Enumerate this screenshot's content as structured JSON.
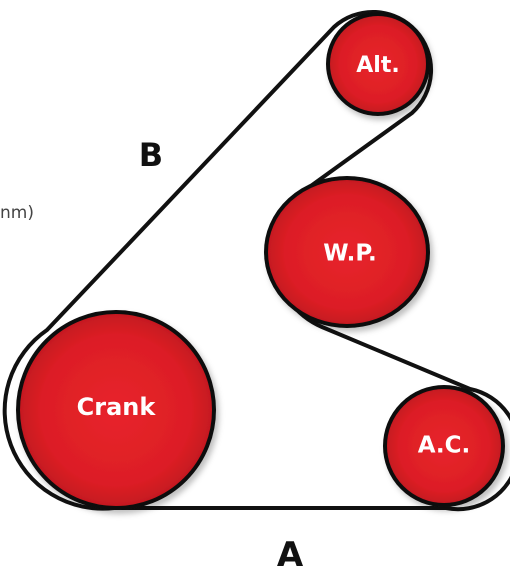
{
  "colors": {
    "pulley_fill": "#e01e26",
    "pulley_outline": "#111111",
    "belt": "#111111",
    "label_text": "#ffffff"
  },
  "pulleys": {
    "alt": {
      "label": "Alt."
    },
    "wp": {
      "label": "W.P."
    },
    "crank": {
      "label": "Crank"
    },
    "ac": {
      "label": "A.C."
    }
  },
  "spans": {
    "a": {
      "label": "A"
    },
    "b": {
      "label": "B"
    }
  },
  "clipped_text": "nm)"
}
